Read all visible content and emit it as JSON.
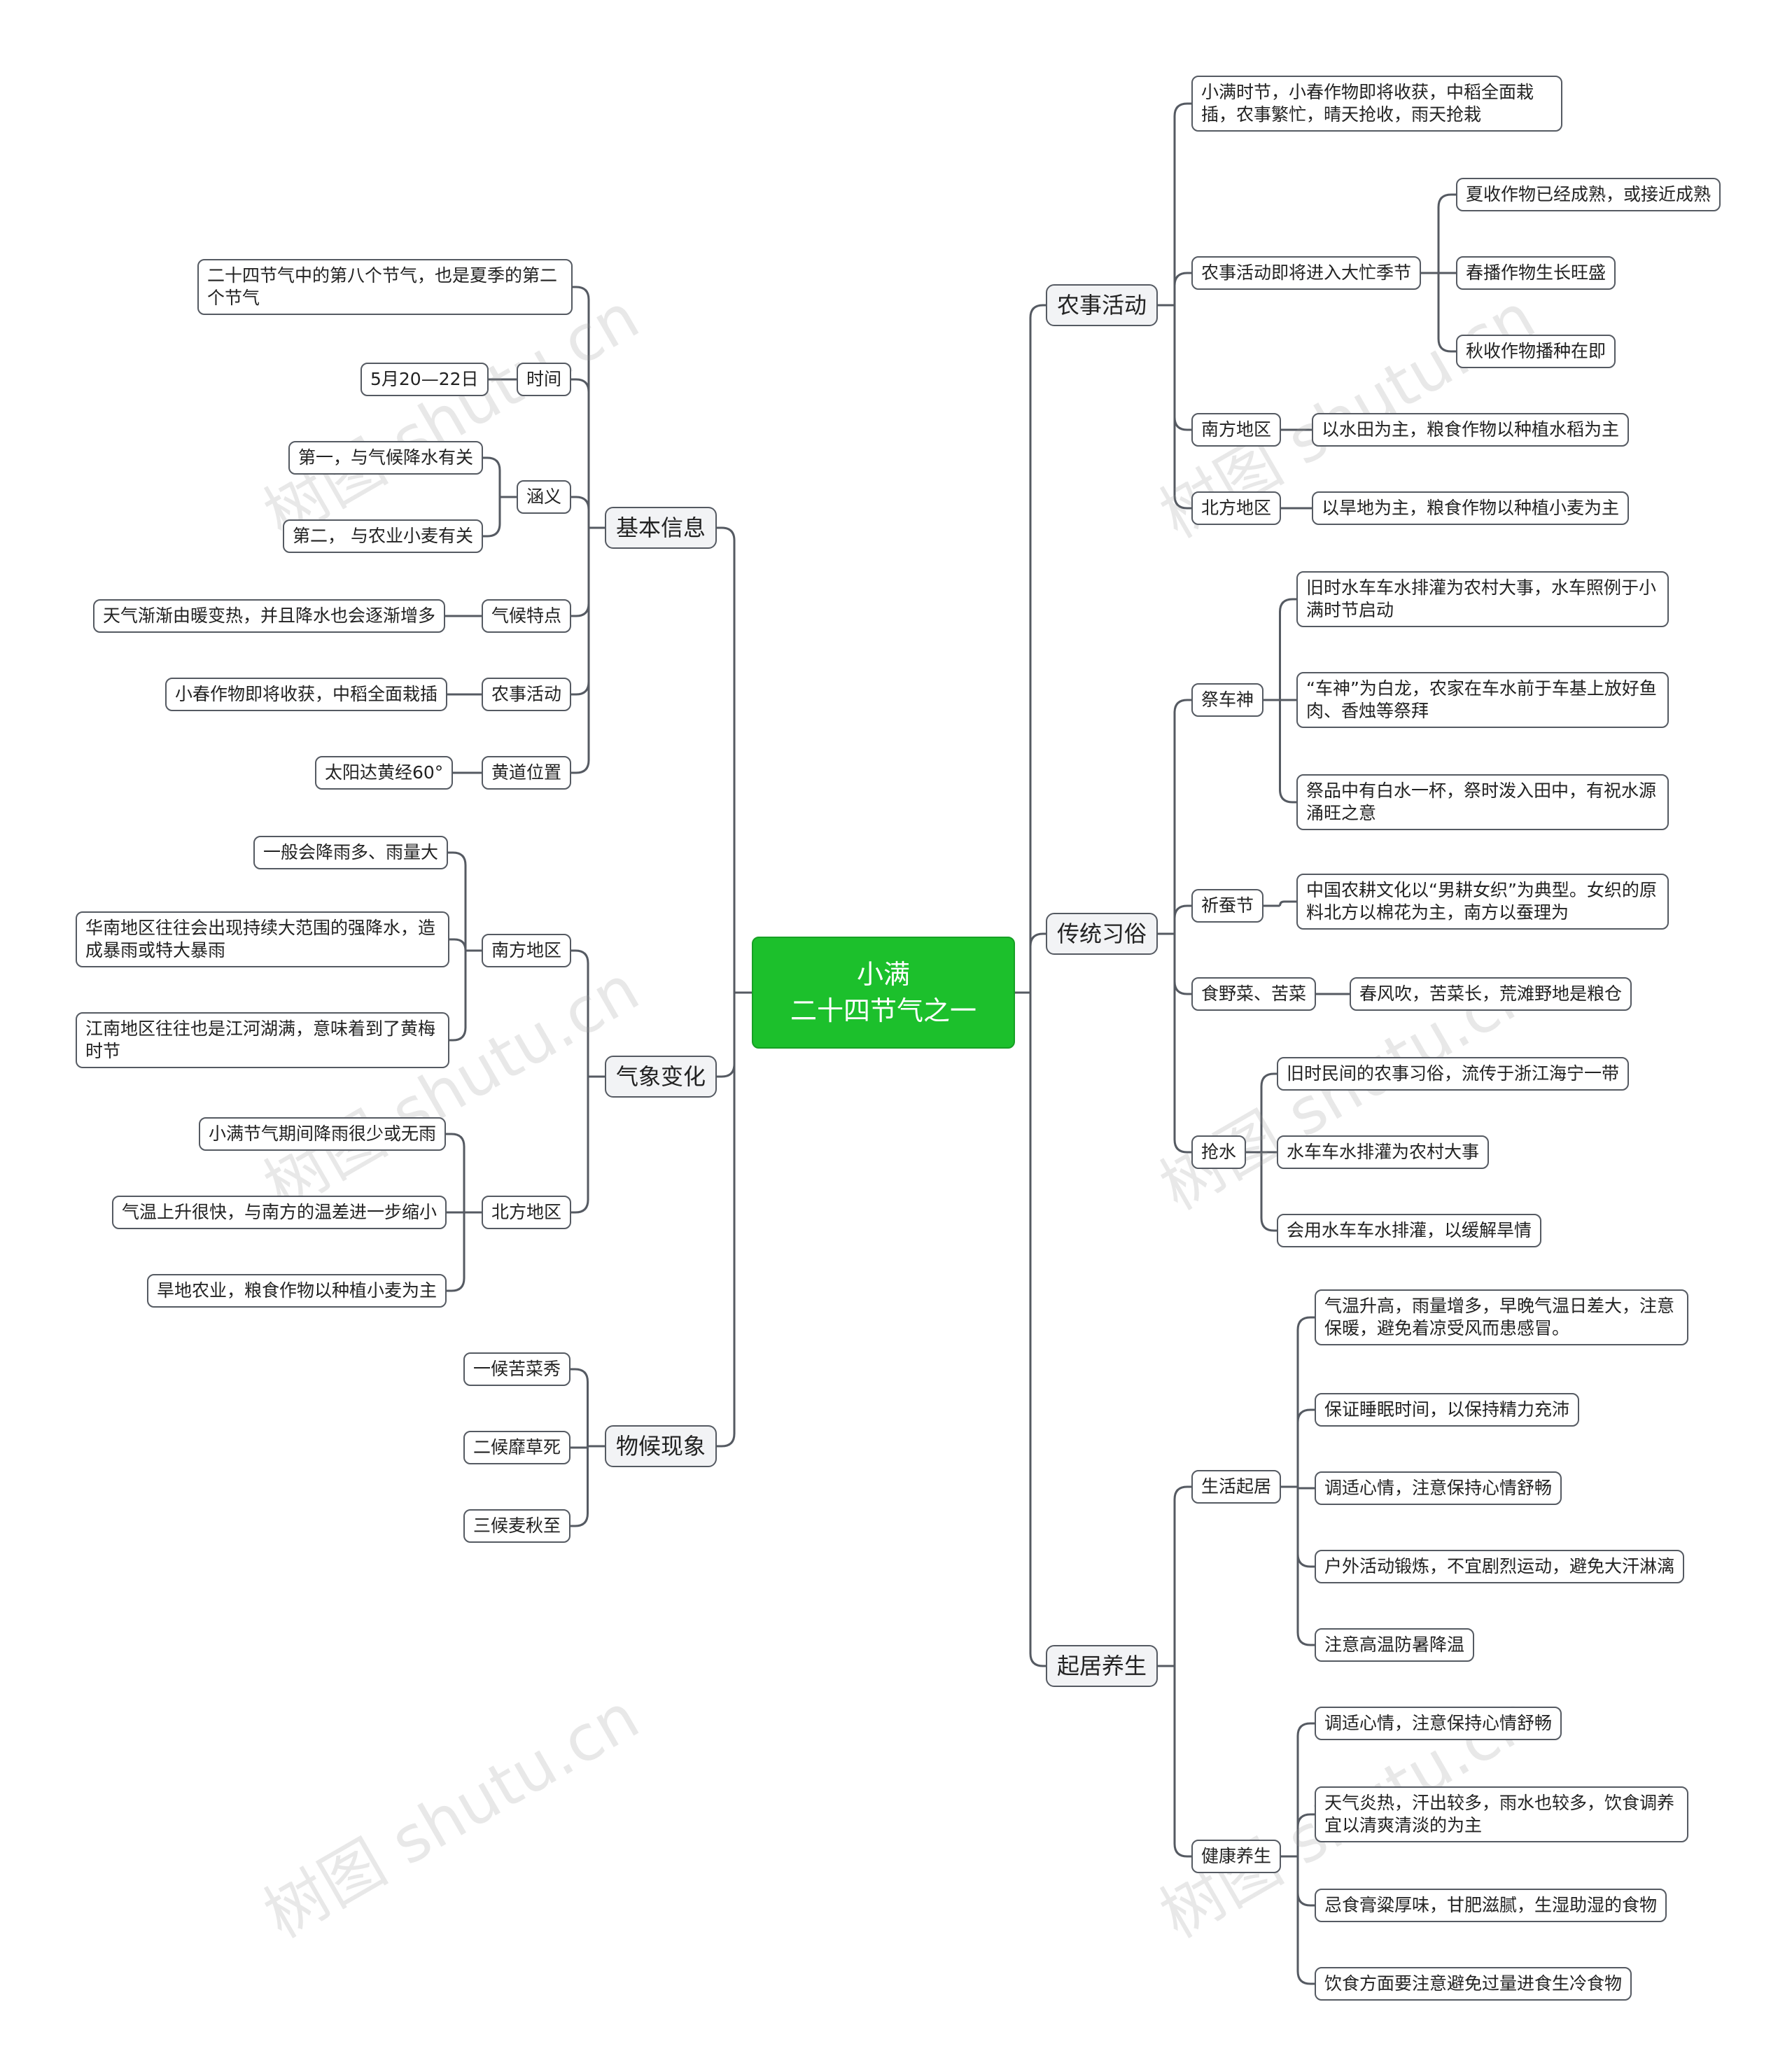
{
  "root": {
    "line1": "小满",
    "line2": "二十四节气之一"
  },
  "branches": {
    "basic": {
      "label": "基本信息",
      "desc": "二十四节气中的第八个节气，也是夏季的第二个节气",
      "time": {
        "label": "时间",
        "value": "5月20—22日"
      },
      "meaning": {
        "label": "涵义",
        "items": [
          "第一，与气候降水有关",
          "第二， 与农业小麦有关"
        ]
      },
      "climate": {
        "label": "气候特点",
        "value": "天气渐渐由暖变热，并且降水也会逐渐增多"
      },
      "farm": {
        "label": "农事活动",
        "value": "小春作物即将收获，中稻全面栽插"
      },
      "ecliptic": {
        "label": "黄道位置",
        "value": "太阳达黄经60°"
      }
    },
    "weather": {
      "label": "气象变化",
      "south": {
        "label": "南方地区",
        "items": [
          "一般会降雨多、雨量大",
          "华南地区往往会出现持续大范围的强降水，造成暴雨或特大暴雨",
          "江南地区往往也是江河湖满，意味着到了黄梅时节"
        ]
      },
      "north": {
        "label": "北方地区",
        "items": [
          "小满节气期间降雨很少或无雨",
          "气温上升很快，与南方的温差进一步缩小",
          "旱地农业，粮食作物以种植小麦为主"
        ]
      }
    },
    "phenology": {
      "label": "物候现象",
      "items": [
        "一候苦菜秀",
        "二候靡草死",
        "三候麦秋至"
      ]
    },
    "farming": {
      "label": "农事活动",
      "summary": "小满时节，小春作物即将收获，中稻全面栽插，农事繁忙，晴天抢收，雨天抢栽",
      "busy": {
        "label": "农事活动即将进入大忙季节",
        "items": [
          "夏收作物已经成熟，或接近成熟",
          "春播作物生长旺盛",
          "秋收作物播种在即"
        ]
      },
      "south": {
        "label": "南方地区",
        "value": "以水田为主，粮食作物以种植水稻为主"
      },
      "north": {
        "label": "北方地区",
        "value": "以旱地为主，粮食作物以种植小麦为主"
      }
    },
    "customs": {
      "label": "传统习俗",
      "cart": {
        "label": "祭车神",
        "items": [
          "旧时水车车水排灌为农村大事，水车照例于小满时节启动",
          "“车神”为白龙，农家在车水前于车基上放好鱼肉、香烛等祭拜",
          "祭品中有白水一杯，祭时泼入田中，有祝水源涌旺之意"
        ]
      },
      "silk": {
        "label": "祈蚕节",
        "value": "中国农耕文化以“男耕女织”为典型。女织的原料北方以棉花为主，南方以蚕理为"
      },
      "herbs": {
        "label": "食野菜、苦菜",
        "value": "春风吹，苦菜长，荒滩野地是粮仓"
      },
      "water": {
        "label": "抢水",
        "items": [
          "旧时民间的农事习俗，流传于浙江海宁一带",
          "水车车水排灌为农村大事",
          "会用水车车水排灌，以缓解旱情"
        ]
      }
    },
    "health": {
      "label": "起居养生",
      "life": {
        "label": "生活起居",
        "items": [
          "气温升高，雨量增多，早晚气温日差大，注意保暖，避免着凉受风而患感冒。",
          "保证睡眠时间，以保持精力充沛",
          "调适心情，注意保持心情舒畅",
          "户外活动锻炼，不宜剧烈运动，避免大汗淋漓",
          "注意高温防暑降温"
        ]
      },
      "diet": {
        "label": "健康养生",
        "items": [
          "调适心情，注意保持心情舒畅",
          "天气炎热，汗出较多，雨水也较多，饮食调养宜以清爽清淡的为主",
          "忌食膏粱厚味，甘肥滋腻，生湿助湿的食物",
          "饮食方面要注意避免过量进食生冷食物"
        ]
      }
    }
  },
  "watermark": "树图 shutu.cn"
}
